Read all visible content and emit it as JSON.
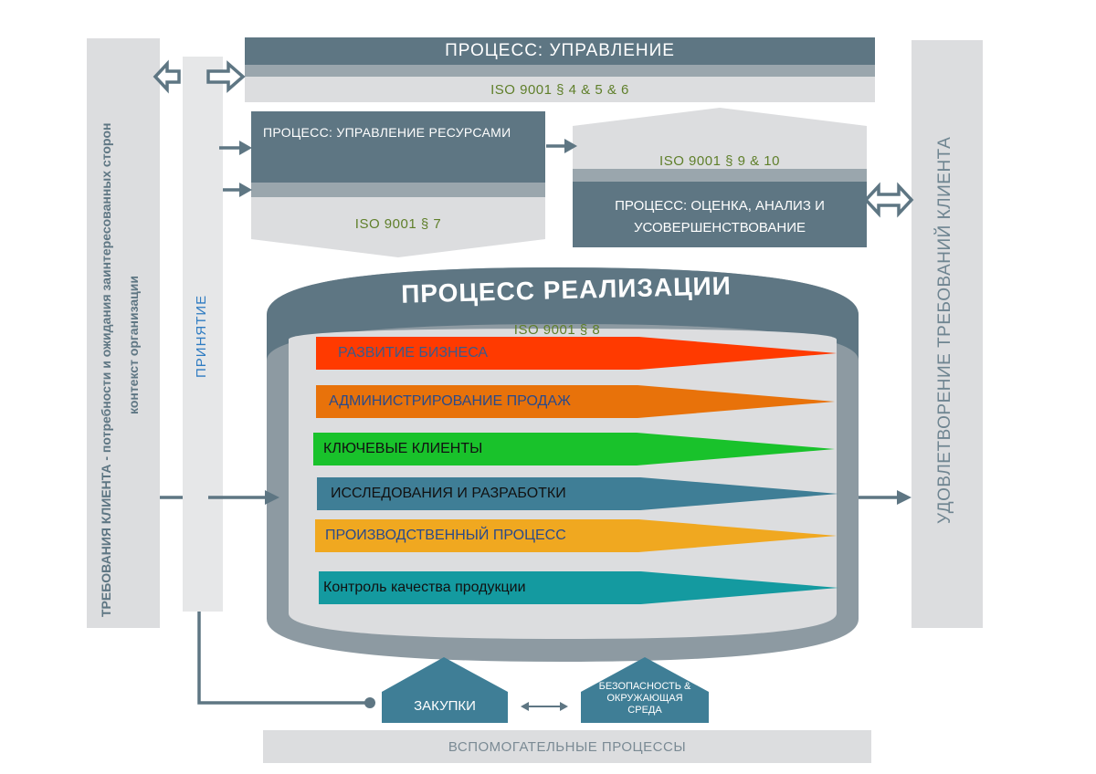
{
  "management": {
    "title": "ПРОЦЕСС: УПРАВЛЕНИЕ",
    "iso": "ISO 9001 § 4 & 5 & 6"
  },
  "resources": {
    "title": "ПРОЦЕСС: УПРАВЛЕНИЕ РЕСУРСАМИ",
    "iso": "ISO 9001 § 7"
  },
  "evaluation": {
    "iso": "ISO 9001 § 9 & 10",
    "title_line1": "ПРОЦЕСС: ОЦЕНКА, АНАЛИЗ И",
    "title_line2": "УСОВЕРШЕНСТВОВАНИЕ"
  },
  "realization": {
    "title": "ПРОЦЕСС РЕАЛИЗАЦИИ",
    "iso": "ISO 9001 § 8",
    "lanes": [
      {
        "label": "РАЗВИТИЕ БИЗНЕСА",
        "color": "#ff3a00",
        "text_color": "#3a5a8a"
      },
      {
        "label": "АДМИНИСТРИРОВАНИЕ ПРОДАЖ",
        "color": "#e8720a",
        "text_color": "#2a4a8a"
      },
      {
        "label": "КЛЮЧЕВЫЕ КЛИЕНТЫ",
        "color": "#19c22b",
        "text_color": "#111111"
      },
      {
        "label": "ИССЛЕДОВАНИЯ И РАЗРАБОТКИ",
        "color": "#3f7e96",
        "text_color": "#111111"
      },
      {
        "label": "ПРОИЗВОДСТВЕННЫЙ ПРОЦЕСС",
        "color": "#f0a820",
        "text_color": "#2a4a8a"
      },
      {
        "label": "Контроль качества продукции",
        "color": "#149aa0",
        "text_color": "#111111"
      }
    ]
  },
  "left_column": {
    "line1": "ТРЕБОВАНИЯ КЛИЕНТА - потребности и ожидания заинтересованных сторон",
    "line2": "контекст организации"
  },
  "acceptance": {
    "label": "ПРИНЯТИЕ"
  },
  "right_column": {
    "label": "УДОВЛЕТВОРЕНИЕ ТРЕБОВАНИЙ КЛИЕНТА"
  },
  "support": {
    "purchases": "ЗАКУПКИ",
    "safety_line1": "БЕЗОПАСНОСТЬ &",
    "safety_line2": "ОКРУЖАЮЩАЯ",
    "safety_line3": "СРЕДА",
    "title": "ВСПОМОГАТЕЛЬНЫЕ ПРОЦЕССЫ"
  },
  "colors": {
    "dark": "#5e7683",
    "mid": "#9aa6ad",
    "light": "#dcdddf",
    "iso_text": "#5f7f2a"
  }
}
